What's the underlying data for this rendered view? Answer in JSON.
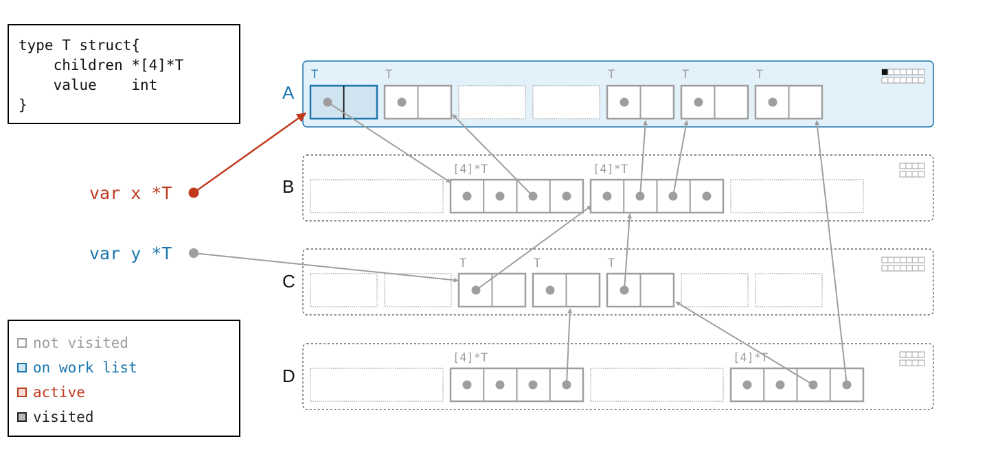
{
  "code": {
    "lines": [
      "type T struct{",
      "    children *[4]*T",
      "    value    int",
      "}"
    ]
  },
  "legend": {
    "items": [
      {
        "label": "not visited",
        "color": "#9e9e9e",
        "fill": "#ffffff"
      },
      {
        "label": "on work list",
        "color": "#1b76b0",
        "fill": "#d3e6f3"
      },
      {
        "label": "active",
        "color": "#c03a1e",
        "fill": "#f6dcd5"
      },
      {
        "label": "visited",
        "color": "#222222",
        "fill": "#b9b9b9"
      }
    ]
  },
  "colors": {
    "gray": "#9e9e9e",
    "blue": "#1b76b0",
    "red": "#c03a1e",
    "span_active_bg": "#e3f1fa"
  },
  "vars": [
    {
      "label": "var x *T",
      "color": "#c03a1e"
    },
    {
      "label": "var y *T",
      "color": "#1b76b0"
    }
  ],
  "spans": [
    {
      "label": "A",
      "state": "on-work-list",
      "type_labels": [
        "T",
        "T",
        "T",
        "T",
        "T"
      ]
    },
    {
      "label": "B",
      "state": "not-visited",
      "type_labels": [
        "[4]*T",
        "[4]*T"
      ]
    },
    {
      "label": "C",
      "state": "not-visited",
      "type_labels": [
        "T",
        "T",
        "T"
      ]
    },
    {
      "label": "D",
      "state": "not-visited",
      "type_labels": [
        "[4]*T",
        "[4]*T"
      ]
    }
  ]
}
